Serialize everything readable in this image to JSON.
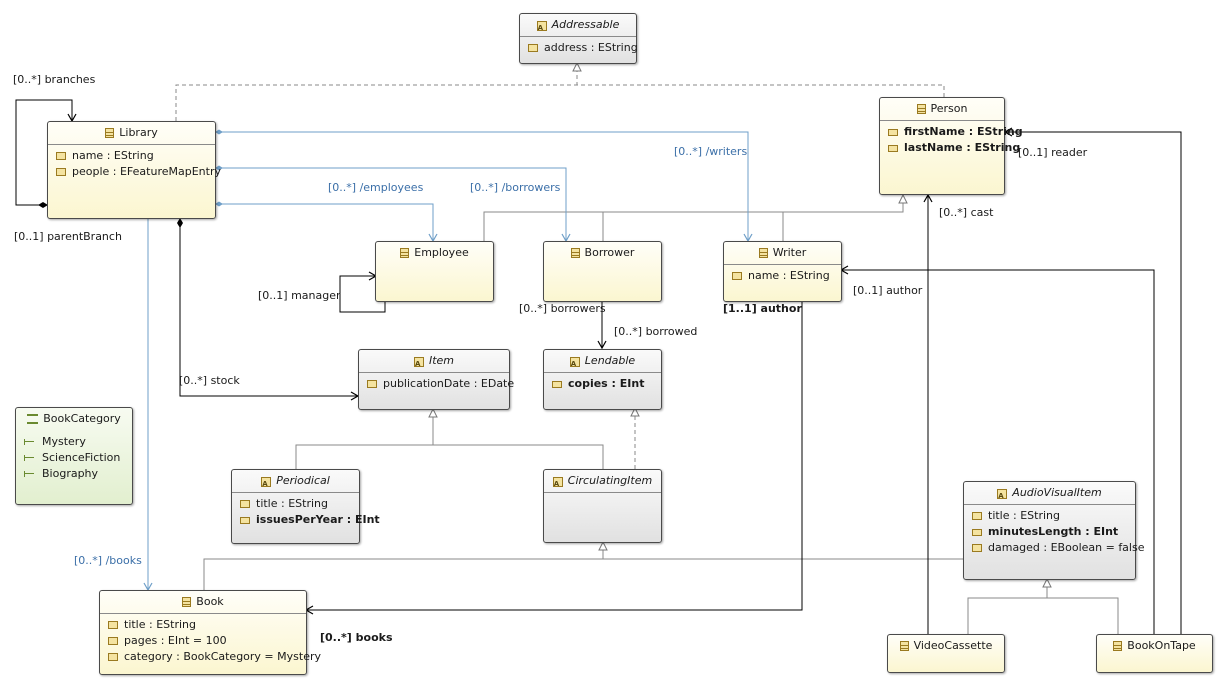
{
  "classes": {
    "addressable": {
      "name": "Addressable",
      "attrs": [
        "address : EString"
      ]
    },
    "person": {
      "name": "Person",
      "attrs": [
        "firstName : EString",
        "lastName : EString"
      ]
    },
    "library": {
      "name": "Library",
      "attrs": [
        "name : EString",
        "people : EFeatureMapEntry"
      ]
    },
    "employee": {
      "name": "Employee"
    },
    "borrower": {
      "name": "Borrower"
    },
    "writer": {
      "name": "Writer",
      "attrs": [
        "name : EString"
      ]
    },
    "item": {
      "name": "Item",
      "attrs": [
        "publicationDate : EDate"
      ]
    },
    "lendable": {
      "name": "Lendable",
      "attrs": [
        "copies : EInt"
      ]
    },
    "periodical": {
      "name": "Periodical",
      "attrs": [
        "title : EString",
        "issuesPerYear : EInt"
      ]
    },
    "circulatingitem": {
      "name": "CirculatingItem"
    },
    "audiovisualitem": {
      "name": "AudioVisualItem",
      "attrs": [
        "title : EString",
        "minutesLength : EInt",
        "damaged : EBoolean = false"
      ]
    },
    "book": {
      "name": "Book",
      "attrs": [
        "title : EString",
        "pages : EInt = 100",
        "category : BookCategory = Mystery"
      ]
    },
    "videocassette": {
      "name": "VideoCassette"
    },
    "bookontape": {
      "name": "BookOnTape"
    },
    "bookcategory": {
      "name": "BookCategory",
      "literals": [
        "Mystery",
        "ScienceFiction",
        "Biography"
      ]
    }
  },
  "labels": {
    "branches": "[0..*] branches",
    "parentBranch": "[0..1] parentBranch",
    "writers": "[0..*] /writers",
    "employees": "[0..*] /employees",
    "borrowers_derived": "[0..*] /borrowers",
    "reader": "[0..1] reader",
    "cast": "[0..*] cast",
    "manager": "[0..1] manager",
    "borrowers": "[0..*] borrowers",
    "borrowed": "[0..*] borrowed",
    "author_required": "[1..1] author",
    "author_optional": "[0..1] author",
    "stock": "[0..*] stock",
    "books_derived": "[0..*] /books",
    "books": "[0..*] books"
  },
  "colors": {
    "concrete_fill": "#fbf6d0",
    "abstract_fill": "#e1e1e1",
    "enum_fill": "#e2efcf",
    "derived_reference": "#6f9fc8",
    "reference": "#000000",
    "inheritance": "#8a8a8a"
  }
}
